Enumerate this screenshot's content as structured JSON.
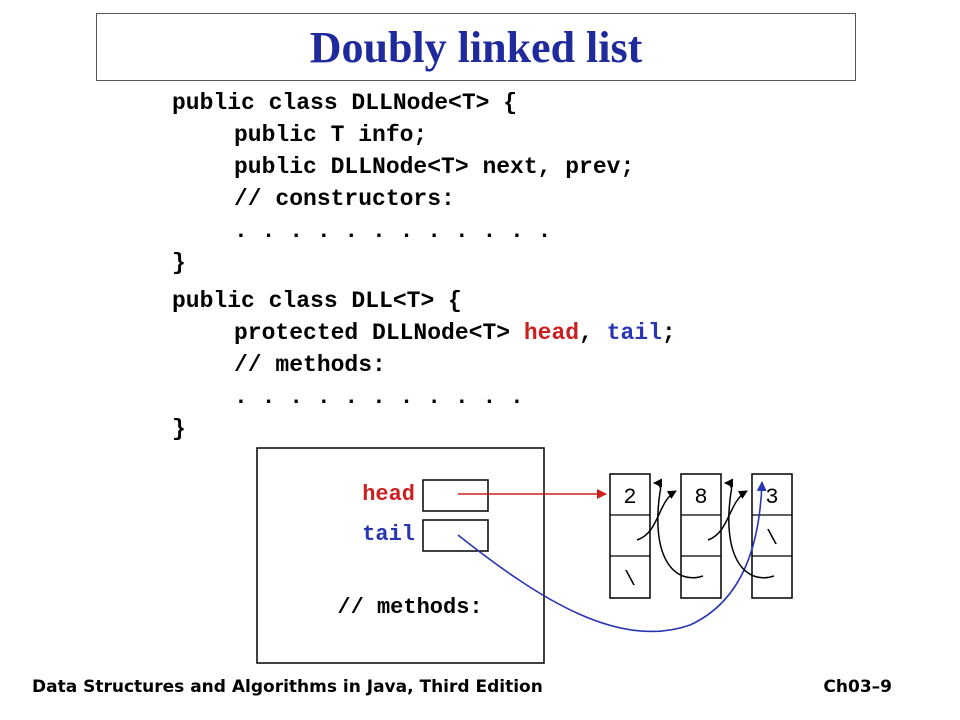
{
  "slide": {
    "title": "Doubly linked list",
    "dllnode_code": {
      "l1": "public class DLLNode<T> {",
      "l2": "public T info;",
      "l3": "public DLLNode<T> next, prev;",
      "l4": "// constructors:",
      "l5": ". . . . . . . . . . . .",
      "l6": "}"
    },
    "dll_code": {
      "l1": "public class DLL<T> {",
      "l2_prefix": "protected DLLNode<T> ",
      "l2_head": "head",
      "l2_comma": ", ",
      "l2_tail": "tail",
      "l2_semicolon": ";",
      "l3": "// methods:",
      "l4": ". . . . . . . . . . .",
      "l5": "}"
    },
    "diagram": {
      "head_label": "head",
      "tail_label": "tail",
      "methods_label": "// methods:",
      "nodes": [
        {
          "value": "2",
          "null_mark": "\\"
        },
        {
          "value": "8"
        },
        {
          "value": "3",
          "null_mark": "\\"
        }
      ],
      "colors": {
        "head": "#cc1f1f",
        "tail": "#2a35b0"
      }
    },
    "footer": {
      "left": "Data Structures and Algorithms in Java, Third Edition",
      "right": "Ch03–9"
    }
  }
}
